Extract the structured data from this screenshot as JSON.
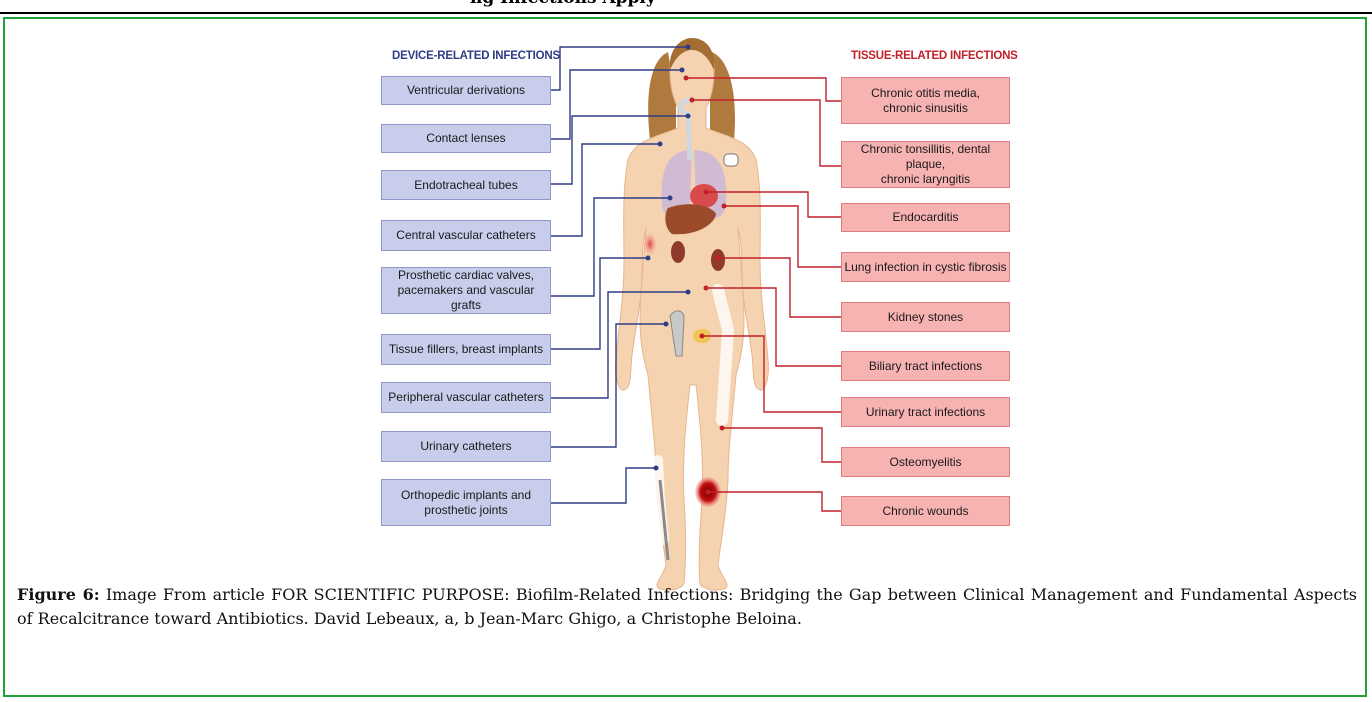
{
  "header_fragment": "ng Infections Apply",
  "device_heading": "DEVICE-RELATED INFECTIONS",
  "tissue_heading": "TISSUE-RELATED INFECTIONS",
  "device_items": [
    "Ventricular derivations",
    "Contact lenses",
    "Endotracheal tubes",
    "Central vascular catheters",
    "Prosthetic cardiac valves,\npacemakers and vascular grafts",
    "Tissue fillers, breast implants",
    "Peripheral vascular catheters",
    "Urinary catheters",
    "Orthopedic implants and\nprosthetic joints"
  ],
  "tissue_items": [
    "Chronic otitis media,\nchronic sinusitis",
    "Chronic tonsillitis, dental plaque,\nchronic laryngitis",
    "Endocarditis",
    "Lung infection in cystic fibrosis",
    "Kidney stones",
    "Biliary tract infections",
    "Urinary tract infections",
    "Osteomyelitis",
    "Chronic wounds"
  ],
  "caption": {
    "label": "Figure 6:",
    "text": " Image From article FOR SCIENTIFIC PURPOSE: Biofilm-Related Infections: Bridging the Gap between Clinical Management and Fundamental Aspects of Recalcitrance toward Antibiotics. David Lebeaux, a, b Jean-Marc Ghigo, a Christophe Beloina."
  },
  "colors": {
    "frame": "#1fa23a",
    "device_box": "#c7cdea",
    "device_line": "#2f3d86",
    "tissue_box": "#f7b2b2",
    "tissue_line": "#c0202a",
    "skin": "#f6d3b0",
    "hair": "#b07a3e"
  }
}
